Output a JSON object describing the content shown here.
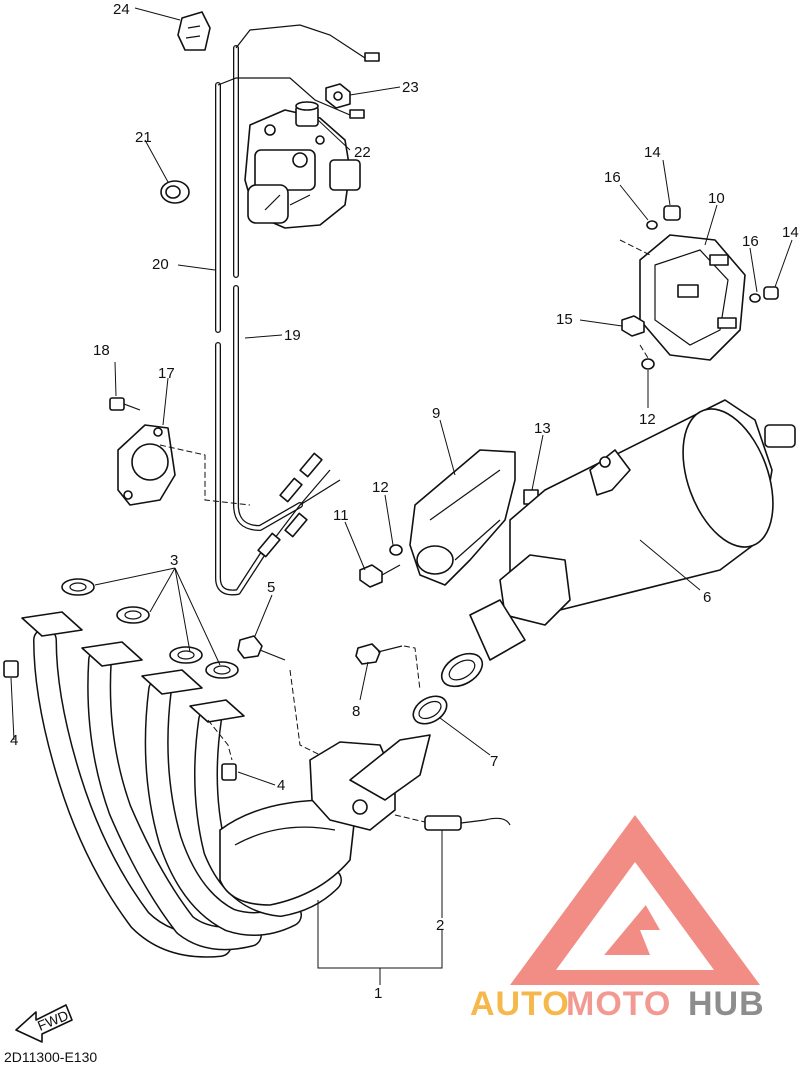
{
  "diagram": {
    "code": "2D11300-E130",
    "fwd_label": "FWD",
    "callouts": [
      "1",
      "2",
      "3",
      "4",
      "4",
      "5",
      "6",
      "7",
      "8",
      "9",
      "10",
      "11",
      "12",
      "12",
      "13",
      "14",
      "14",
      "15",
      "16",
      "16",
      "17",
      "18",
      "19",
      "20",
      "21",
      "22",
      "23",
      "24"
    ]
  },
  "watermark": {
    "part1": "AUTO",
    "part2": "MOTO",
    "part3": "HUB",
    "colors": {
      "orange": "#f6b84a",
      "salmon": "#f29a92",
      "gray": "#8d8d8d",
      "triangle": "#f07a72"
    }
  }
}
